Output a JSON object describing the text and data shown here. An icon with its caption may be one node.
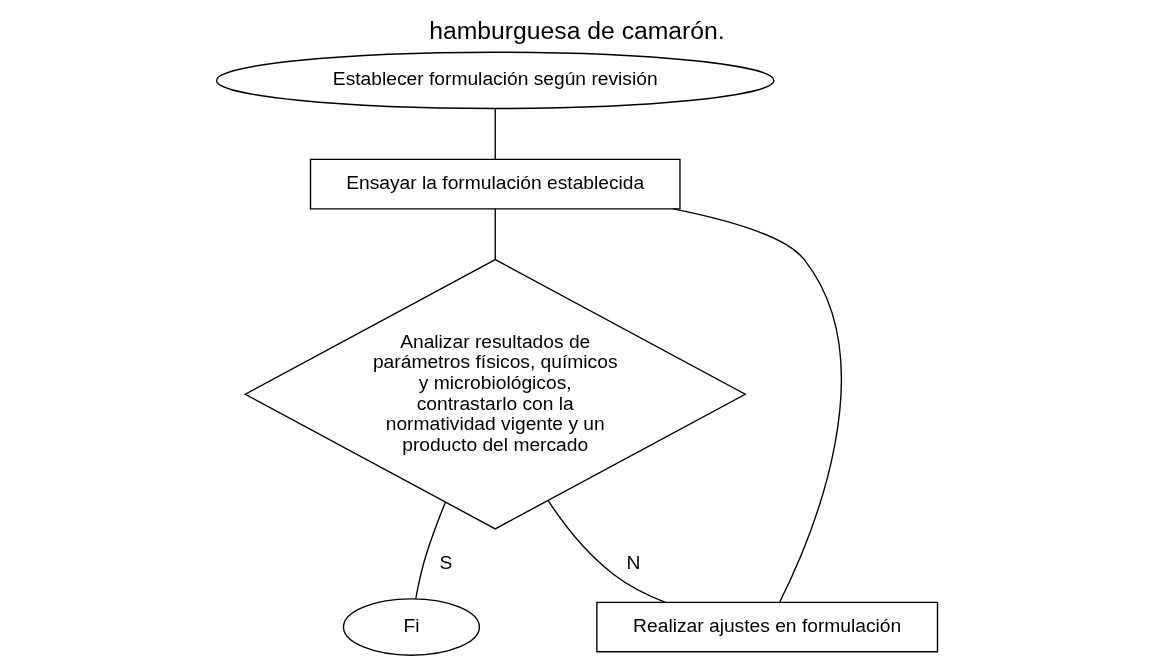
{
  "diagram": {
    "title": "hamburguesa de camarón.",
    "nodes": [
      {
        "text": [
          "Establecer formulación según revisión"
        ]
      },
      {
        "text": [
          "Ensayar la formulación establecida"
        ]
      },
      {
        "text": [
          "Analizar resultados de parámetros físicos, químicos y microbiológicos, contrastarlo con la normatividad vigente y un producto del mercado"
        ]
      },
      {
        "text": [
          "Fi"
        ]
      },
      {
        "text": [
          "Realizar ajustes en formulación"
        ]
      }
    ],
    "edges": [
      {
        "from": 0,
        "to": 1,
        "arrow": "none"
      },
      {
        "from": 1,
        "to": 2,
        "arrow": "none"
      },
      {
        "from": 2,
        "to": 3,
        "arrow": "none",
        "label": "S"
      },
      {
        "from": 2,
        "to": 4,
        "arrow": "none",
        "label": "N"
      },
      {
        "from": 4,
        "to": 1,
        "arrow": "none"
      }
    ]
  }
}
